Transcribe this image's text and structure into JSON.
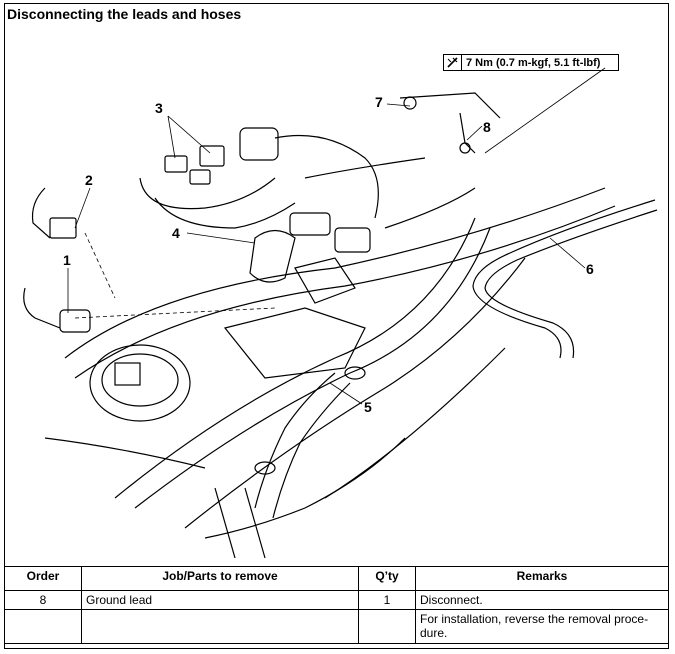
{
  "title": "Disconnecting the leads and hoses",
  "torque_spec": "7 Nm (0.7 m-kgf, 5.1 ft-lbf)",
  "callouts": [
    "1",
    "2",
    "3",
    "4",
    "5",
    "6",
    "7",
    "8"
  ],
  "table": {
    "headers": {
      "order": "Order",
      "job": "Job/Parts to remove",
      "qty": "Q’ty",
      "remarks": "Remarks"
    },
    "rows": [
      {
        "order": "8",
        "job": "Ground lead",
        "qty": "1",
        "remarks": "Disconnect."
      },
      {
        "order": "",
        "job": "",
        "qty": "",
        "remarks": "For installation, reverse the removal proce- dure."
      }
    ]
  },
  "icons": [
    "wrench-torque-icon"
  ]
}
